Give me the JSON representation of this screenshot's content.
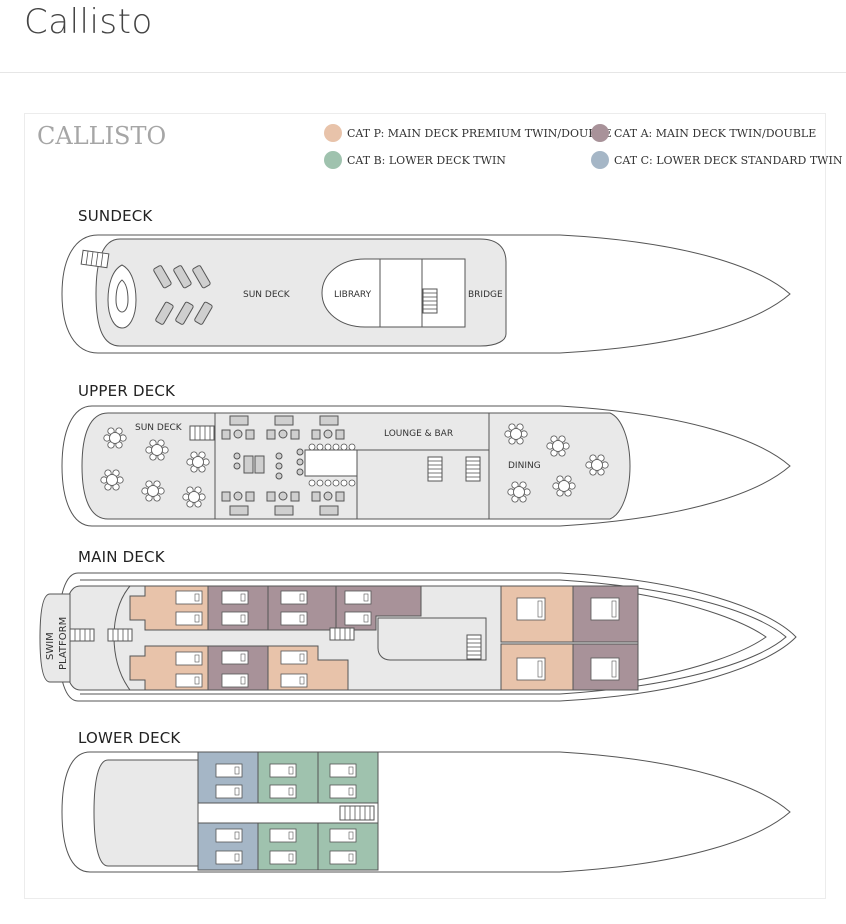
{
  "page": {
    "title": "Callisto"
  },
  "plan": {
    "logo_text": "CALLISTO",
    "legend": [
      {
        "label": "CAT P: MAIN DECK PREMIUM TWIN/DOUBLE",
        "color": "#e8c3aa"
      },
      {
        "label": "CAT A: MAIN DECK TWIN/DOUBLE",
        "color": "#a89299"
      },
      {
        "label": "CAT B: LOWER DECK TWIN",
        "color": "#9fc2ae"
      },
      {
        "label": "CAT C: LOWER DECK STANDARD TWIN",
        "color": "#a5b6c6"
      }
    ],
    "decks": {
      "sundeck": {
        "title": "SUNDECK",
        "areas": {
          "sun_deck": "SUN DECK",
          "library": "LIBRARY",
          "bridge": "BRIDGE"
        }
      },
      "upper": {
        "title": "UPPER DECK",
        "areas": {
          "sun_deck": "SUN DECK",
          "lounge": "LOUNGE & BAR",
          "dining": "DINING"
        }
      },
      "main": {
        "title": "MAIN DECK",
        "areas": {
          "swim_line1": "SWIM",
          "swim_line2": "PLATFORM"
        }
      },
      "lower": {
        "title": "LOWER DECK"
      }
    },
    "colors": {
      "deck_fill": "#e9e9e9",
      "outline": "#555555",
      "cat_p": "#e8c3aa",
      "cat_a": "#a89299",
      "cat_b": "#9fc2ae",
      "cat_c": "#a5b6c6"
    }
  }
}
